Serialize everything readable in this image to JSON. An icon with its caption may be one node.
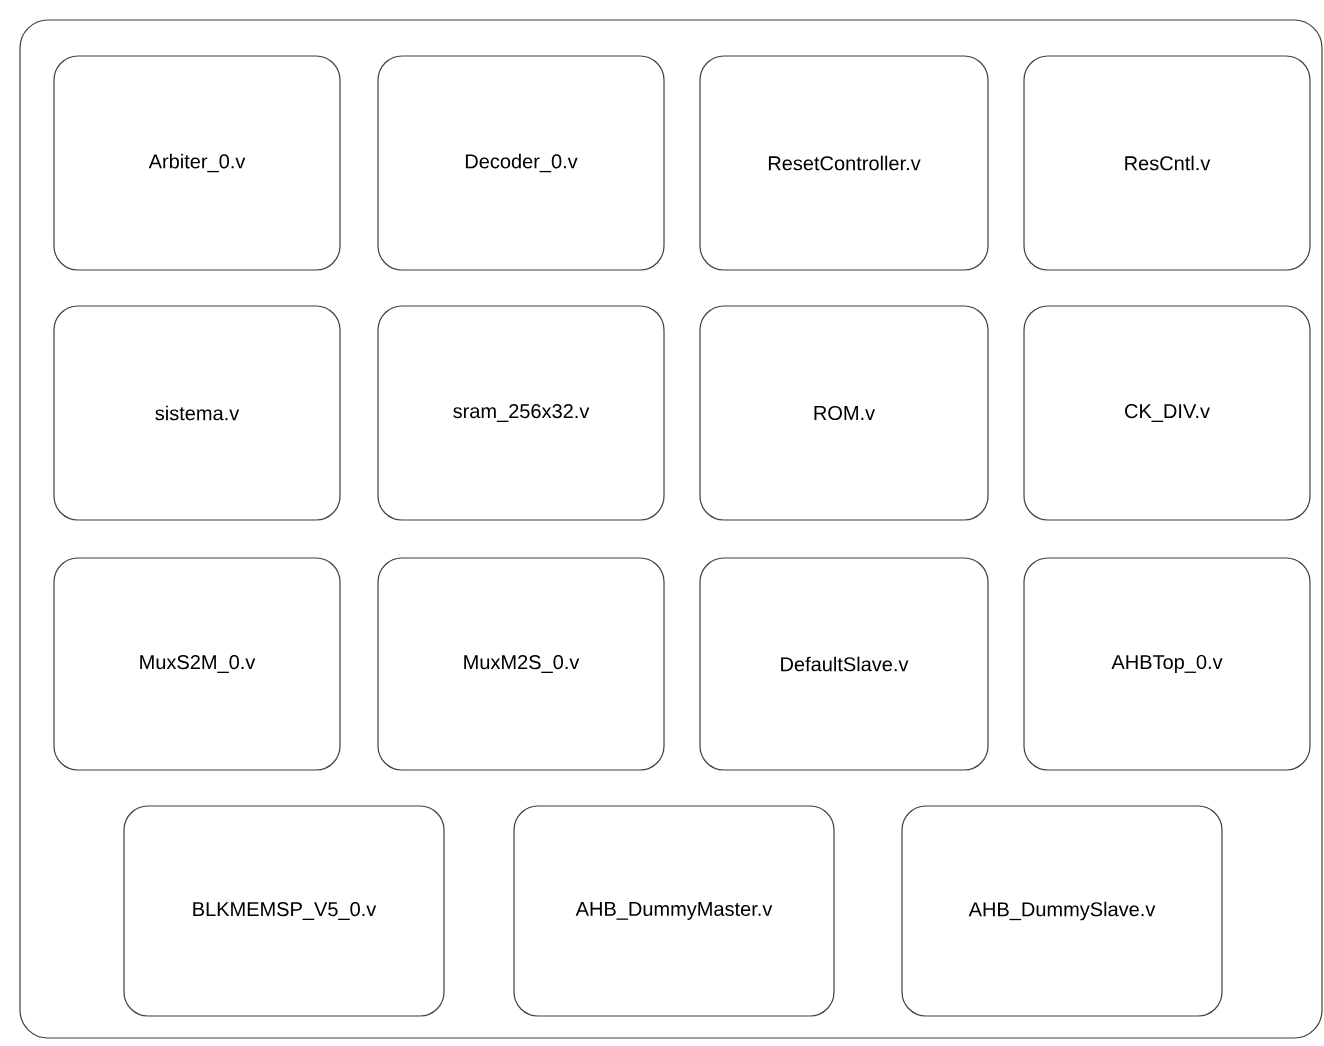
{
  "diagram": {
    "nodes": [
      {
        "text": [],
        "shape": "box"
      },
      {
        "text": [
          "Arbiter_0.v"
        ],
        "in": 0
      },
      {
        "text": [
          "Decoder_0.v"
        ],
        "in": 0
      },
      {
        "text": [
          "ResetController.v"
        ],
        "in": 0
      },
      {
        "text": [
          "ResCntl.v"
        ],
        "in": 0
      },
      {
        "text": [
          "sistema.v"
        ],
        "in": 0
      },
      {
        "text": [
          "sram_256x32.v"
        ],
        "in": 0
      },
      {
        "text": [
          "ROM.v"
        ],
        "in": 0
      },
      {
        "text": [
          "CK_DIV.v"
        ],
        "in": 0
      },
      {
        "text": [
          "MuxS2M_0.v"
        ],
        "in": 0
      },
      {
        "text": [
          "MuxM2S_0.v"
        ],
        "in": 0
      },
      {
        "text": [
          "DefaultSlave.v"
        ],
        "in": 0
      },
      {
        "text": [
          "AHBTop_0.v"
        ],
        "in": 0
      },
      {
        "text": [
          "BLKMEMSP_V5_0.v"
        ],
        "in": 0
      },
      {
        "text": [
          "AHB_DummyMaster.v"
        ],
        "in": 0
      },
      {
        "text": [
          "AHB_DummySlave.v"
        ],
        "in": 0
      }
    ]
  }
}
